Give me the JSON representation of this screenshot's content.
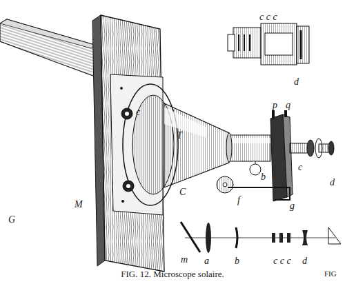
{
  "diagram": {
    "caption": "FIG. 12. Microscope solaire.",
    "labels": [
      "M",
      "G",
      "c",
      "T",
      "C",
      "p",
      "q",
      "b",
      "c",
      "d",
      "f",
      "g",
      "c c c",
      "d",
      "m",
      "a",
      "b",
      "c c c",
      "d",
      "FIG"
    ]
  }
}
